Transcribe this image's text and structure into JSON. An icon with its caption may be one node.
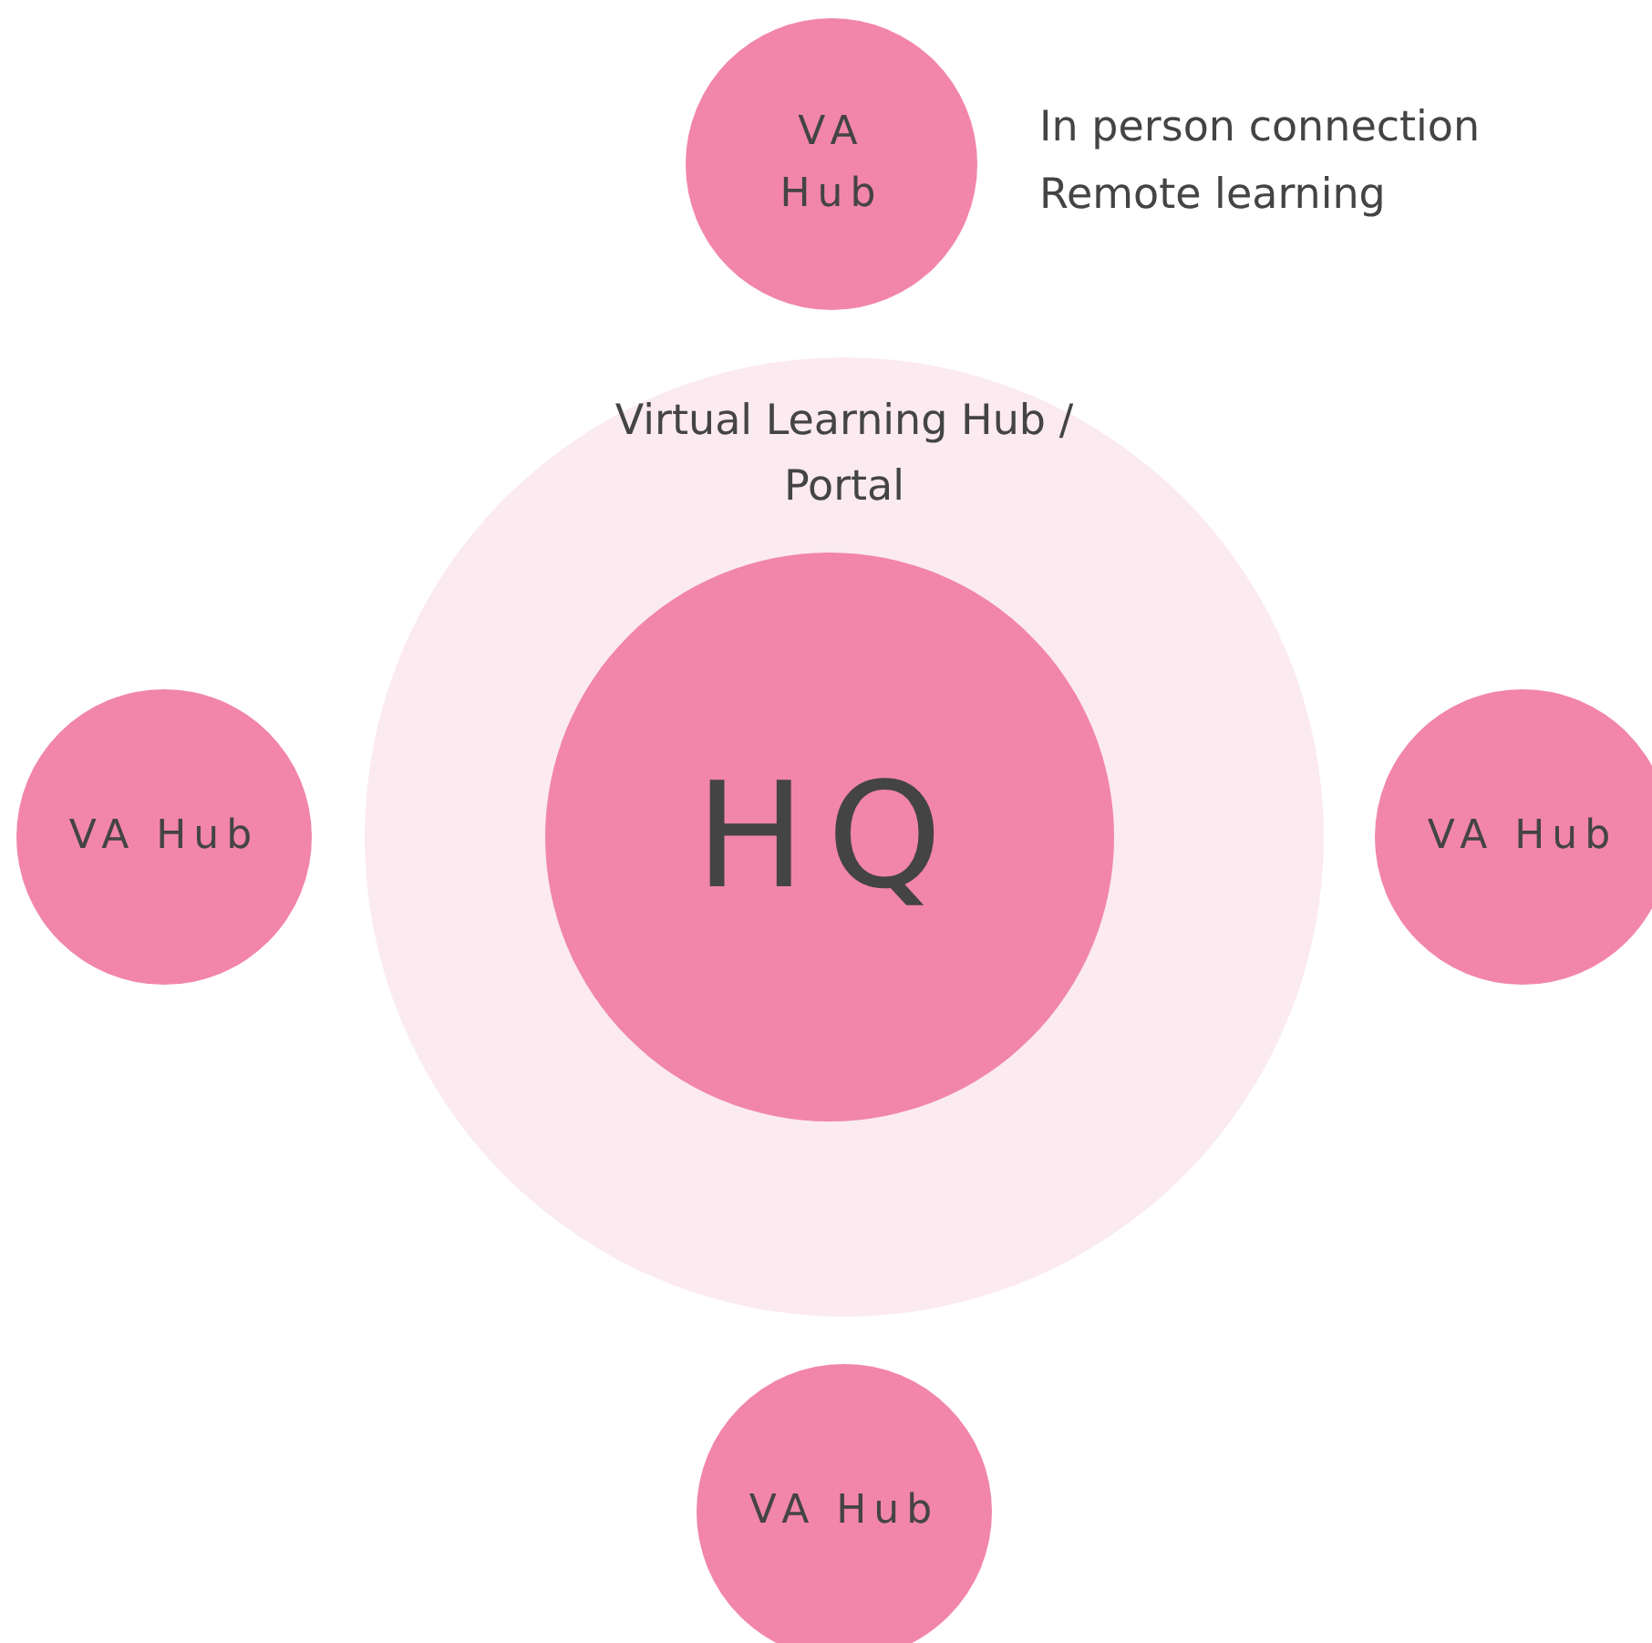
{
  "diagram": {
    "nodes": [
      {
        "text": [
          "VA Hub"
        ],
        "beside": [
          "In person connection",
          "Remote learning"
        ]
      },
      {
        "text": [
          "Virtual Learning Hub / Portal"
        ]
      },
      {
        "text": [
          "HQ"
        ],
        "in": 1
      },
      {
        "text": [
          "VA Hub"
        ]
      },
      {
        "text": [
          "VA Hub"
        ]
      },
      {
        "text": [
          "VA Hub"
        ]
      }
    ],
    "edges": []
  }
}
